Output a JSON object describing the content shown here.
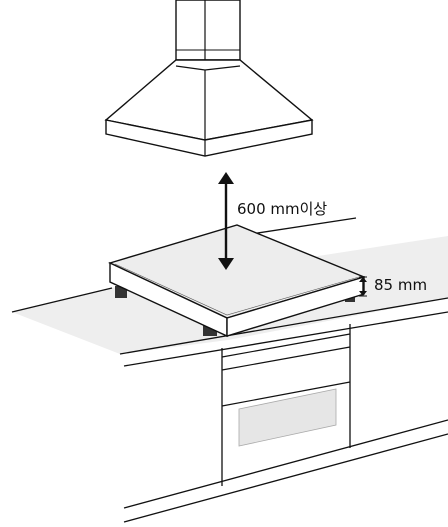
{
  "diagram": {
    "labels": {
      "hood_clearance": "600 mm이상",
      "cooktop_height": "85 mm"
    },
    "parts": [
      "range-hood",
      "cooktop",
      "countertop",
      "oven-cabinet",
      "oven-window"
    ],
    "colors": {
      "line": "#111111",
      "countertop_fill": "#eeeeee",
      "cooktop_top": "#ededed",
      "oven_window": "#e6e6e6",
      "hood_fill": "#ffffff"
    }
  }
}
